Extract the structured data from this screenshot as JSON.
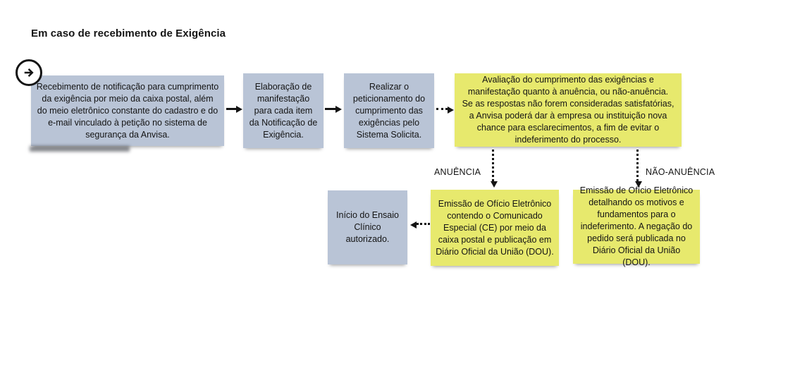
{
  "title": "Em caso de recebimento de Exigência",
  "colors": {
    "node_blue": "#b9c4d6",
    "node_yellow": "#e7e96d",
    "connector": "#141414",
    "background": "#ffffff"
  },
  "start_icon": "circle-right-arrow",
  "nodes": {
    "recebimento": "Recebimento de notificação para cumprimento da exigência por meio da caixa postal, além do meio eletrônico constante do cadastro e do e-mail vinculado à petição no sistema de segurança da Anvisa.",
    "elaboracao": "Elaboração de manifestação para cada item da Notificação de Exigência.",
    "peticionamento": "Realizar o peticionamento do cumprimento das exigências pelo Sistema Solicita.",
    "avaliacao": "Avaliação do cumprimento das exigências e manifestação quanto à anuência, ou não-anuência. Se as respostas não forem consideradas satisfatórias, a Anvisa poderá dar à empresa ou instituição nova chance para esclarecimentos, a fim de evitar o indeferimento do processo.",
    "emissao_ce": "Emissão de Ofício Eletrônico contendo o Comunicado Especial (CE) por meio da caixa postal e publicação em Diário Oficial da União (DOU).",
    "emissao_indeferimento": "Emissão de Ofício Eletrônico detalhando os motivos e fundamentos para o indeferimento. A negação do pedido será publicada no Diário Oficial da União (DOU).",
    "inicio_ensaio": "Início do Ensaio Clínico autorizado."
  },
  "branch_labels": {
    "anuencia": "ANUÊNCIA",
    "nao_anuencia": "NÃO-ANUÊNCIA"
  }
}
